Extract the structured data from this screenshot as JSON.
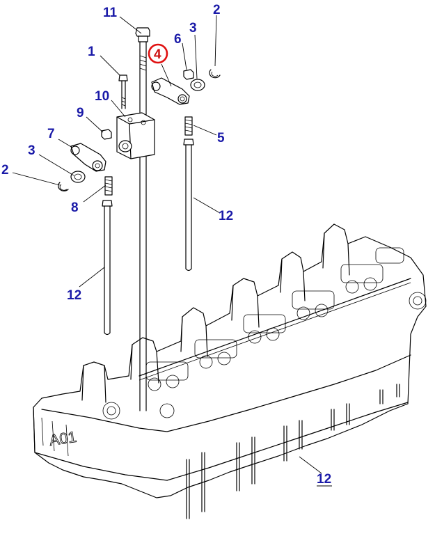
{
  "callouts": {
    "c11": "11",
    "c2_top": "2",
    "c1": "1",
    "c6": "6",
    "c3_top": "3",
    "c4": "4",
    "c10": "10",
    "c9": "9",
    "c5": "5",
    "c7": "7",
    "c3_left": "3",
    "c2_left": "2",
    "c8": "8",
    "c12_right": "12",
    "c12_left": "12",
    "c12_bottom": "12"
  },
  "highlight": {
    "part": "4",
    "ring_color": "#e01010"
  },
  "colors": {
    "callout": "#1a1aa8",
    "line": "#000000"
  }
}
